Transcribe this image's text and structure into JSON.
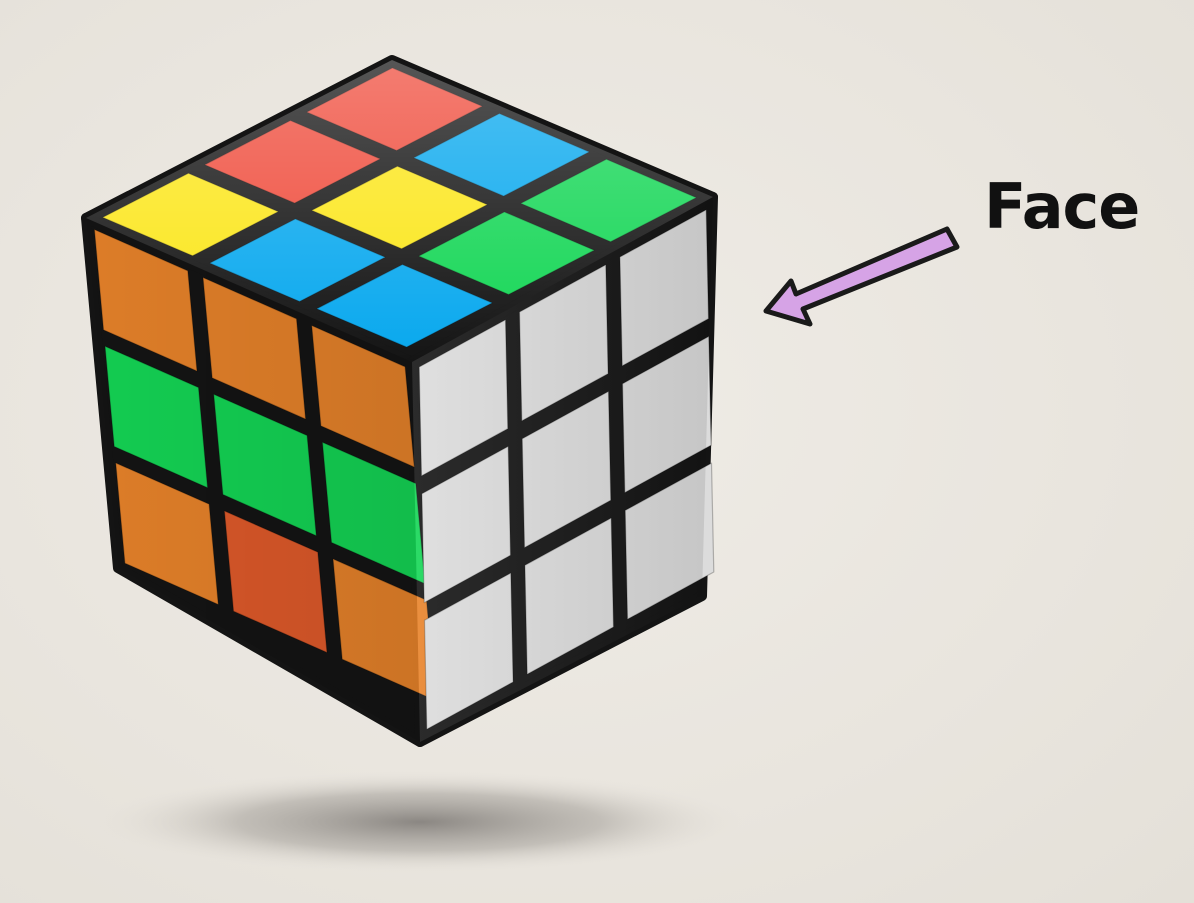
{
  "annotation": {
    "label": "Face"
  },
  "colors": {
    "background": "#ebe7e0",
    "cube_body": "#141414",
    "arrow_fill": "#d6a3e6",
    "arrow_outline": "#1a1a1a",
    "label_color": "#111111"
  },
  "cube": {
    "top_face": [
      [
        "red",
        "red",
        "yellow"
      ],
      [
        "blue",
        "yellow",
        "blue"
      ],
      [
        "green",
        "green",
        "blue"
      ]
    ],
    "left_face": [
      [
        "orange",
        "orange",
        "orange"
      ],
      [
        "green",
        "green",
        "green"
      ],
      [
        "orange",
        "red-orange",
        "orange"
      ]
    ],
    "right_face": [
      [
        "white",
        "white",
        "white"
      ],
      [
        "white",
        "white",
        "white"
      ],
      [
        "white",
        "white",
        "white"
      ]
    ],
    "sticker_colors": {
      "red": "#ef4a3a",
      "yellow": "#fbe61a",
      "blue": "#08a8ee",
      "green": "#14d655",
      "orange": "#e8832a",
      "red-orange": "#e05a2a",
      "dark-green": "#14a845",
      "white": "#dcdcdc"
    }
  }
}
